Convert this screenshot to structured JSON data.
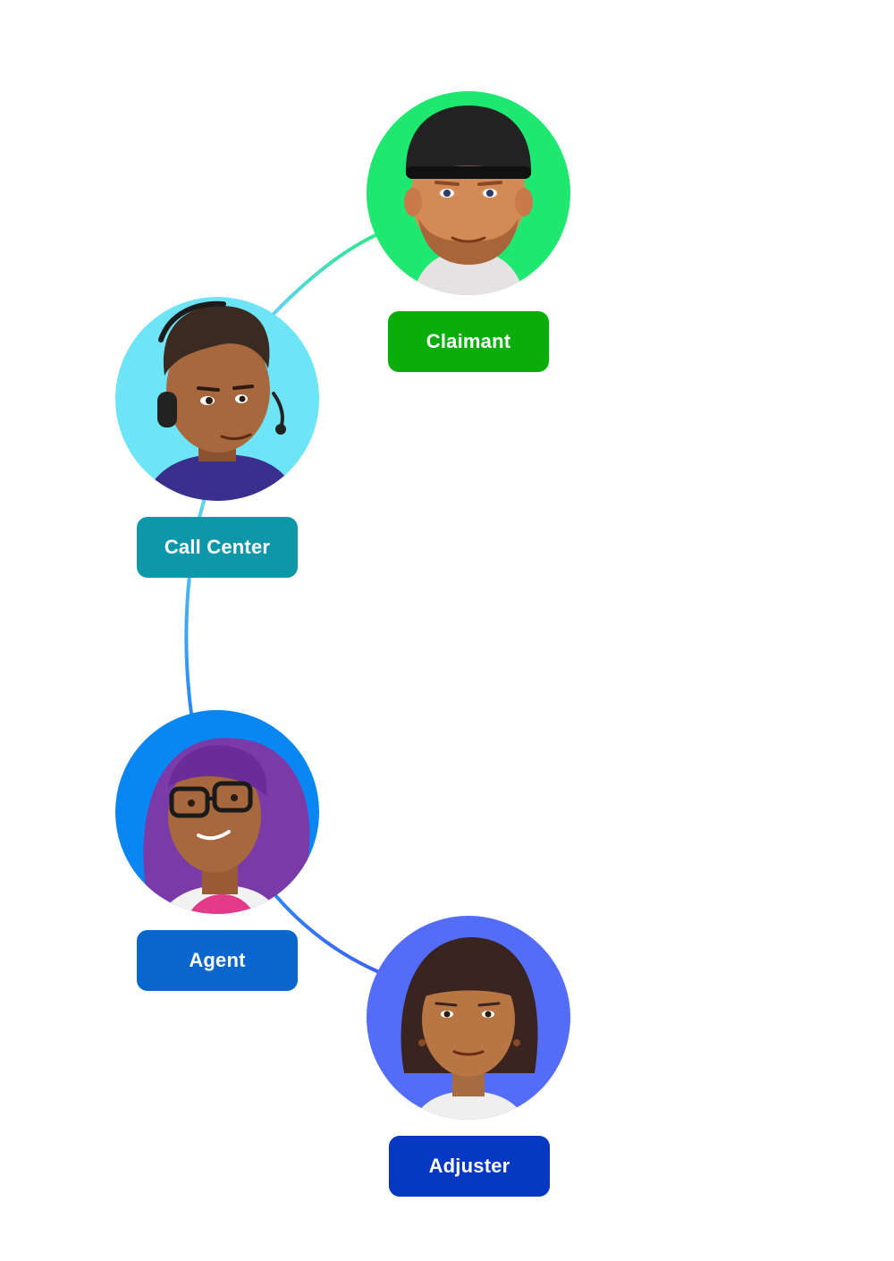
{
  "colors": {
    "claimant_circle": "#1EE870",
    "claimant_label": "#0AAE0A",
    "call_center_circle": "#6DE5F7",
    "call_center_label": "#0E97A8",
    "agent_circle": "#0A86F2",
    "agent_label": "#0866CC",
    "adjuster_circle": "#546DF8",
    "adjuster_label": "#0638C2",
    "connector_green": "#2EE88A",
    "connector_cyan": "#5ED3EE",
    "connector_blue": "#2A86F5",
    "connector_indigo": "#3F63F2"
  },
  "nodes": [
    {
      "id": "claimant",
      "label": "Claimant",
      "avatar_icon": "man-with-cap-avatar-icon"
    },
    {
      "id": "call-center",
      "label": "Call Center",
      "avatar_icon": "headset-agent-avatar-icon"
    },
    {
      "id": "agent",
      "label": "Agent",
      "avatar_icon": "woman-with-glasses-avatar-icon"
    },
    {
      "id": "adjuster",
      "label": "Adjuster",
      "avatar_icon": "woman-with-bob-hair-avatar-icon"
    }
  ],
  "edges": [
    {
      "from": "call-center",
      "to": "claimant"
    },
    {
      "from": "call-center",
      "to": "agent"
    },
    {
      "from": "agent",
      "to": "adjuster"
    }
  ]
}
